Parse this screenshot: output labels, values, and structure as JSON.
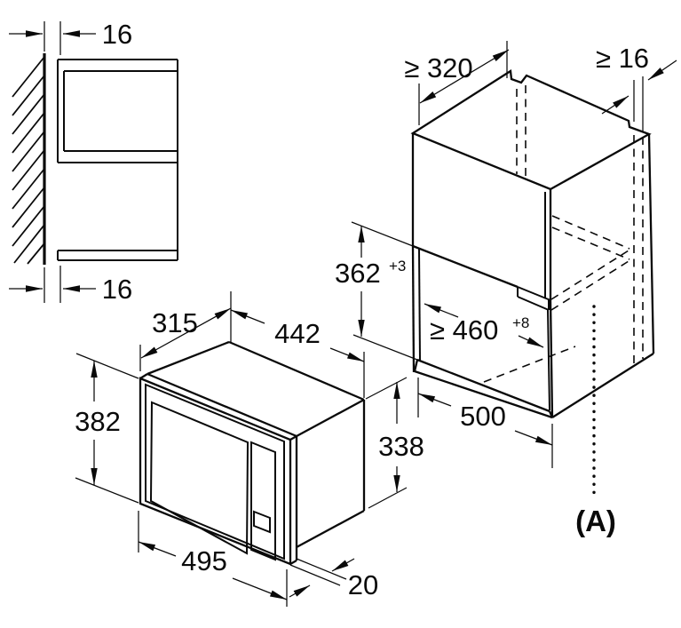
{
  "wall_section": {
    "top_gap": "16",
    "bottom_gap": "16"
  },
  "microwave": {
    "depth": "315",
    "width": "442",
    "frame_height": "382",
    "body_height": "338",
    "frame_width": "495",
    "frame_protrusion": "20"
  },
  "cabinet": {
    "top_depth": "≥ 320",
    "wall_gap": "≥ 16",
    "niche_height": "362",
    "niche_height_tolerance": "+3",
    "niche_width": "≥ 460",
    "niche_width_tolerance": "+8",
    "bottom_width": "500",
    "section_label": "(A)"
  },
  "colors": {
    "line": "#0a0a0a",
    "background": "#ffffff"
  }
}
